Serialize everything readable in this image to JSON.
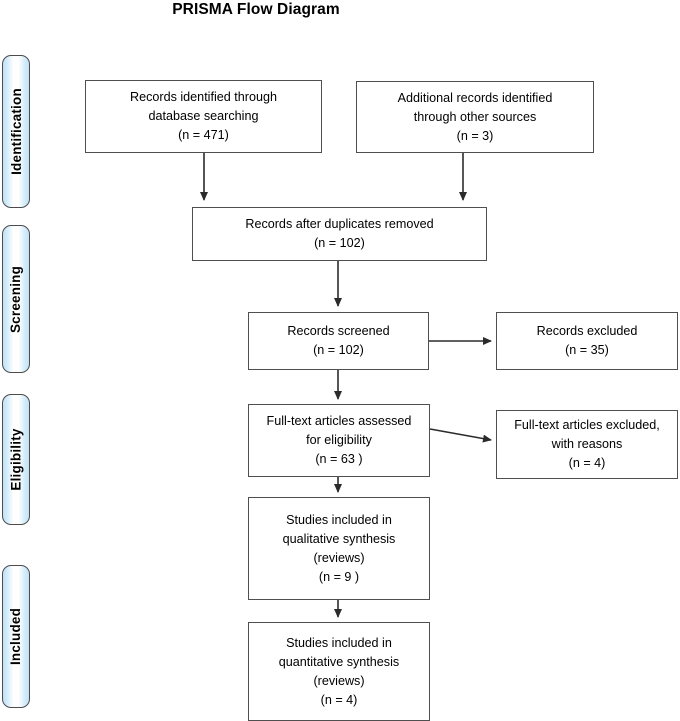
{
  "title": "PRISMA Flow Diagram",
  "colors": {
    "stage_label_fill": "#c5e4f7",
    "stage_label_border": "#4c4c4c",
    "box_border": "#4f4f4f",
    "connector": "#2b2b2b",
    "background": "#ffffff",
    "text": "#000000"
  },
  "stages": [
    {
      "id": "identification",
      "label": "Identification"
    },
    {
      "id": "screening",
      "label": "Screening"
    },
    {
      "id": "eligibility",
      "label": "Eligibility"
    },
    {
      "id": "included",
      "label": "Included"
    }
  ],
  "boxes": [
    {
      "id": "records-identified-database",
      "lines": [
        "Records identified through",
        "database searching",
        "(n =  471)"
      ],
      "count_label": "(n =  471)",
      "count": 471
    },
    {
      "id": "additional-records-other-sources",
      "lines": [
        "Additional records identified",
        "through other sources",
        "(n =  3)"
      ],
      "count_label": "(n =  3)",
      "count": 3
    },
    {
      "id": "records-after-duplicates-removed",
      "lines": [
        "Records after duplicates removed",
        "(n = 102)"
      ],
      "count_label": "(n = 102)",
      "count": 102
    },
    {
      "id": "records-screened",
      "lines": [
        "Records screened",
        "(n = 102)"
      ],
      "count_label": "(n = 102)",
      "count": 102
    },
    {
      "id": "records-excluded",
      "lines": [
        "Records excluded",
        "(n = 35)"
      ],
      "count_label": "(n = 35)",
      "count": 35
    },
    {
      "id": "fulltext-assessed",
      "lines": [
        "Full-text articles assessed",
        "for eligibility",
        "(n =  63 )"
      ],
      "count_label": "(n =  63 )",
      "count": 63
    },
    {
      "id": "fulltext-excluded",
      "lines": [
        "Full-text articles excluded,",
        "with reasons",
        "(n = 4)"
      ],
      "count_label": "(n = 4)",
      "count": 4
    },
    {
      "id": "qualitative-synthesis",
      "lines": [
        "Studies included in",
        "qualitative synthesis",
        "(reviews)",
        "(n = 9 )"
      ],
      "count_label": "(n = 9 )",
      "count": 9
    },
    {
      "id": "quantitative-synthesis",
      "lines": [
        "Studies included in",
        "quantitative synthesis",
        "(reviews)",
        "(n =  4)"
      ],
      "count_label": "(n =  4)",
      "count": 4
    }
  ],
  "chart_data": {
    "type": "diagram",
    "diagram_kind": "prisma-flow",
    "title": "PRISMA Flow Diagram",
    "stages": [
      "Identification",
      "Screening",
      "Eligibility",
      "Included"
    ],
    "nodes": [
      {
        "id": "records-identified-database",
        "stage": "Identification",
        "text": "Records identified through database searching",
        "n": 471
      },
      {
        "id": "additional-records-other-sources",
        "stage": "Identification",
        "text": "Additional records identified through other sources",
        "n": 3
      },
      {
        "id": "records-after-duplicates-removed",
        "stage": "Screening",
        "text": "Records after duplicates removed",
        "n": 102
      },
      {
        "id": "records-screened",
        "stage": "Screening",
        "text": "Records screened",
        "n": 102
      },
      {
        "id": "records-excluded",
        "stage": "Screening",
        "text": "Records excluded",
        "n": 35
      },
      {
        "id": "fulltext-assessed",
        "stage": "Eligibility",
        "text": "Full-text articles assessed for eligibility",
        "n": 63
      },
      {
        "id": "fulltext-excluded",
        "stage": "Eligibility",
        "text": "Full-text articles excluded, with reasons",
        "n": 4
      },
      {
        "id": "qualitative-synthesis",
        "stage": "Included",
        "text": "Studies included in qualitative synthesis (reviews)",
        "n": 9
      },
      {
        "id": "quantitative-synthesis",
        "stage": "Included",
        "text": "Studies included in quantitative synthesis (reviews)",
        "n": 4
      }
    ],
    "edges": [
      {
        "from": "records-identified-database",
        "to": "records-after-duplicates-removed",
        "direction": "down"
      },
      {
        "from": "additional-records-other-sources",
        "to": "records-after-duplicates-removed",
        "direction": "down"
      },
      {
        "from": "records-after-duplicates-removed",
        "to": "records-screened",
        "direction": "down"
      },
      {
        "from": "records-screened",
        "to": "records-excluded",
        "direction": "right"
      },
      {
        "from": "records-screened",
        "to": "fulltext-assessed",
        "direction": "down"
      },
      {
        "from": "fulltext-assessed",
        "to": "fulltext-excluded",
        "direction": "right"
      },
      {
        "from": "fulltext-assessed",
        "to": "qualitative-synthesis",
        "direction": "down"
      },
      {
        "from": "qualitative-synthesis",
        "to": "quantitative-synthesis",
        "direction": "down"
      }
    ]
  }
}
